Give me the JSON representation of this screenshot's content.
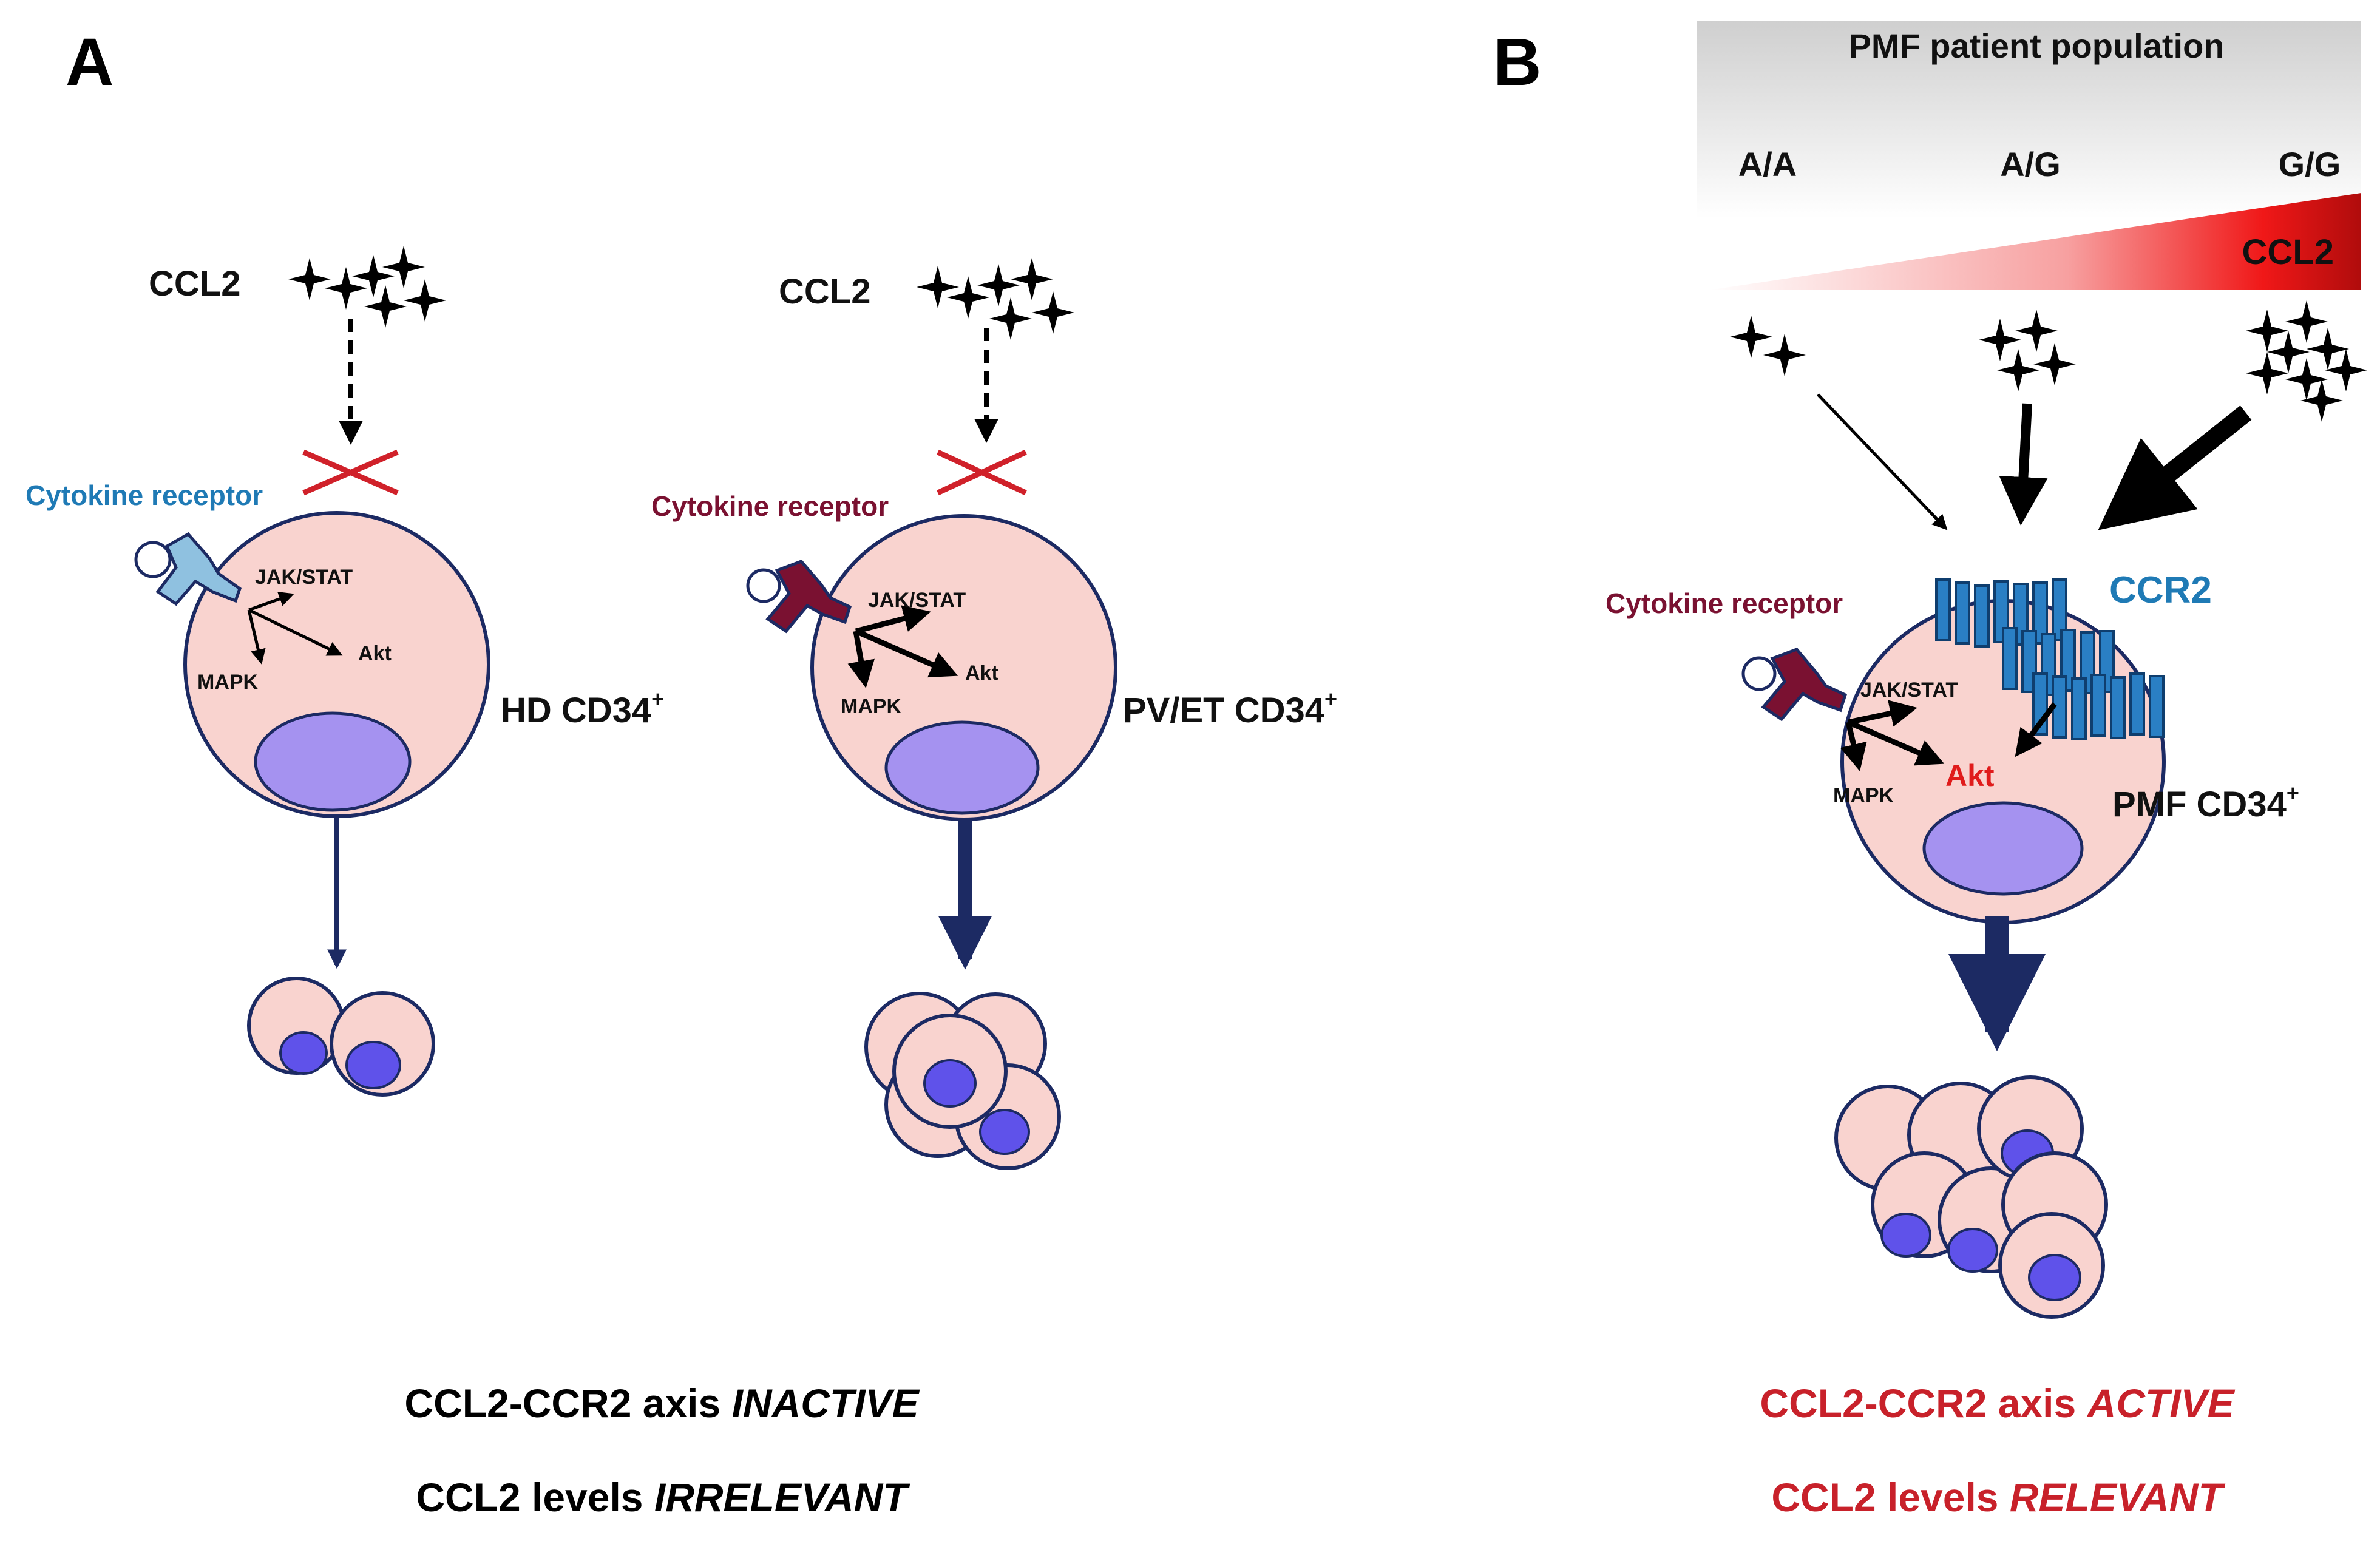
{
  "panels": {
    "a": "A",
    "b": "B"
  },
  "panel_a": {
    "healthy": {
      "ccl2": "CCL2",
      "receptor": "Cytokine receptor",
      "jakstat": "JAK/STAT",
      "akt": "Akt",
      "mapk": "MAPK",
      "cell": "HD CD34",
      "cell_sup": "+"
    },
    "pvet": {
      "ccl2": "CCL2",
      "receptor": "Cytokine receptor",
      "jakstat": "JAK/STAT",
      "akt": "Akt",
      "mapk": "MAPK",
      "cell": "PV/ET CD34",
      "cell_sup": "+"
    },
    "footer1_plain": "CCL2-CCR2 axis ",
    "footer1_em": "INACTIVE",
    "footer2_plain": "CCL2 levels ",
    "footer2_em": "IRRELEVANT"
  },
  "panel_b": {
    "header": "PMF patient population",
    "genotypes": [
      "A/A",
      "A/G",
      "G/G"
    ],
    "gradient": "CCL2",
    "ccr2": "CCR2",
    "receptor": "Cytokine receptor",
    "jakstat": "JAK/STAT",
    "akt": "Akt",
    "mapk": "MAPK",
    "cell": "PMF CD34",
    "cell_sup": "+",
    "footer1_plain": "CCL2-CCR2 axis ",
    "footer1_em": "ACTIVE",
    "footer2_plain": "CCL2 levels ",
    "footer2_em": "RELEVANT"
  },
  "colors": {
    "cell_fill": "#f9d3cf",
    "cell_stroke": "#1c2a63",
    "nucleus": "#a592f0",
    "daughter_nucleus": "#5f52ea",
    "block_cross": "#d0212a",
    "receptor_blue": "#1f7ab5",
    "receptor_red": "#7a1131",
    "highlight_red": "#c8212a"
  },
  "icons": [
    "star-icon",
    "block-cross-icon",
    "cytokine-receptor-icon",
    "ccr2-receptor-icon"
  ]
}
